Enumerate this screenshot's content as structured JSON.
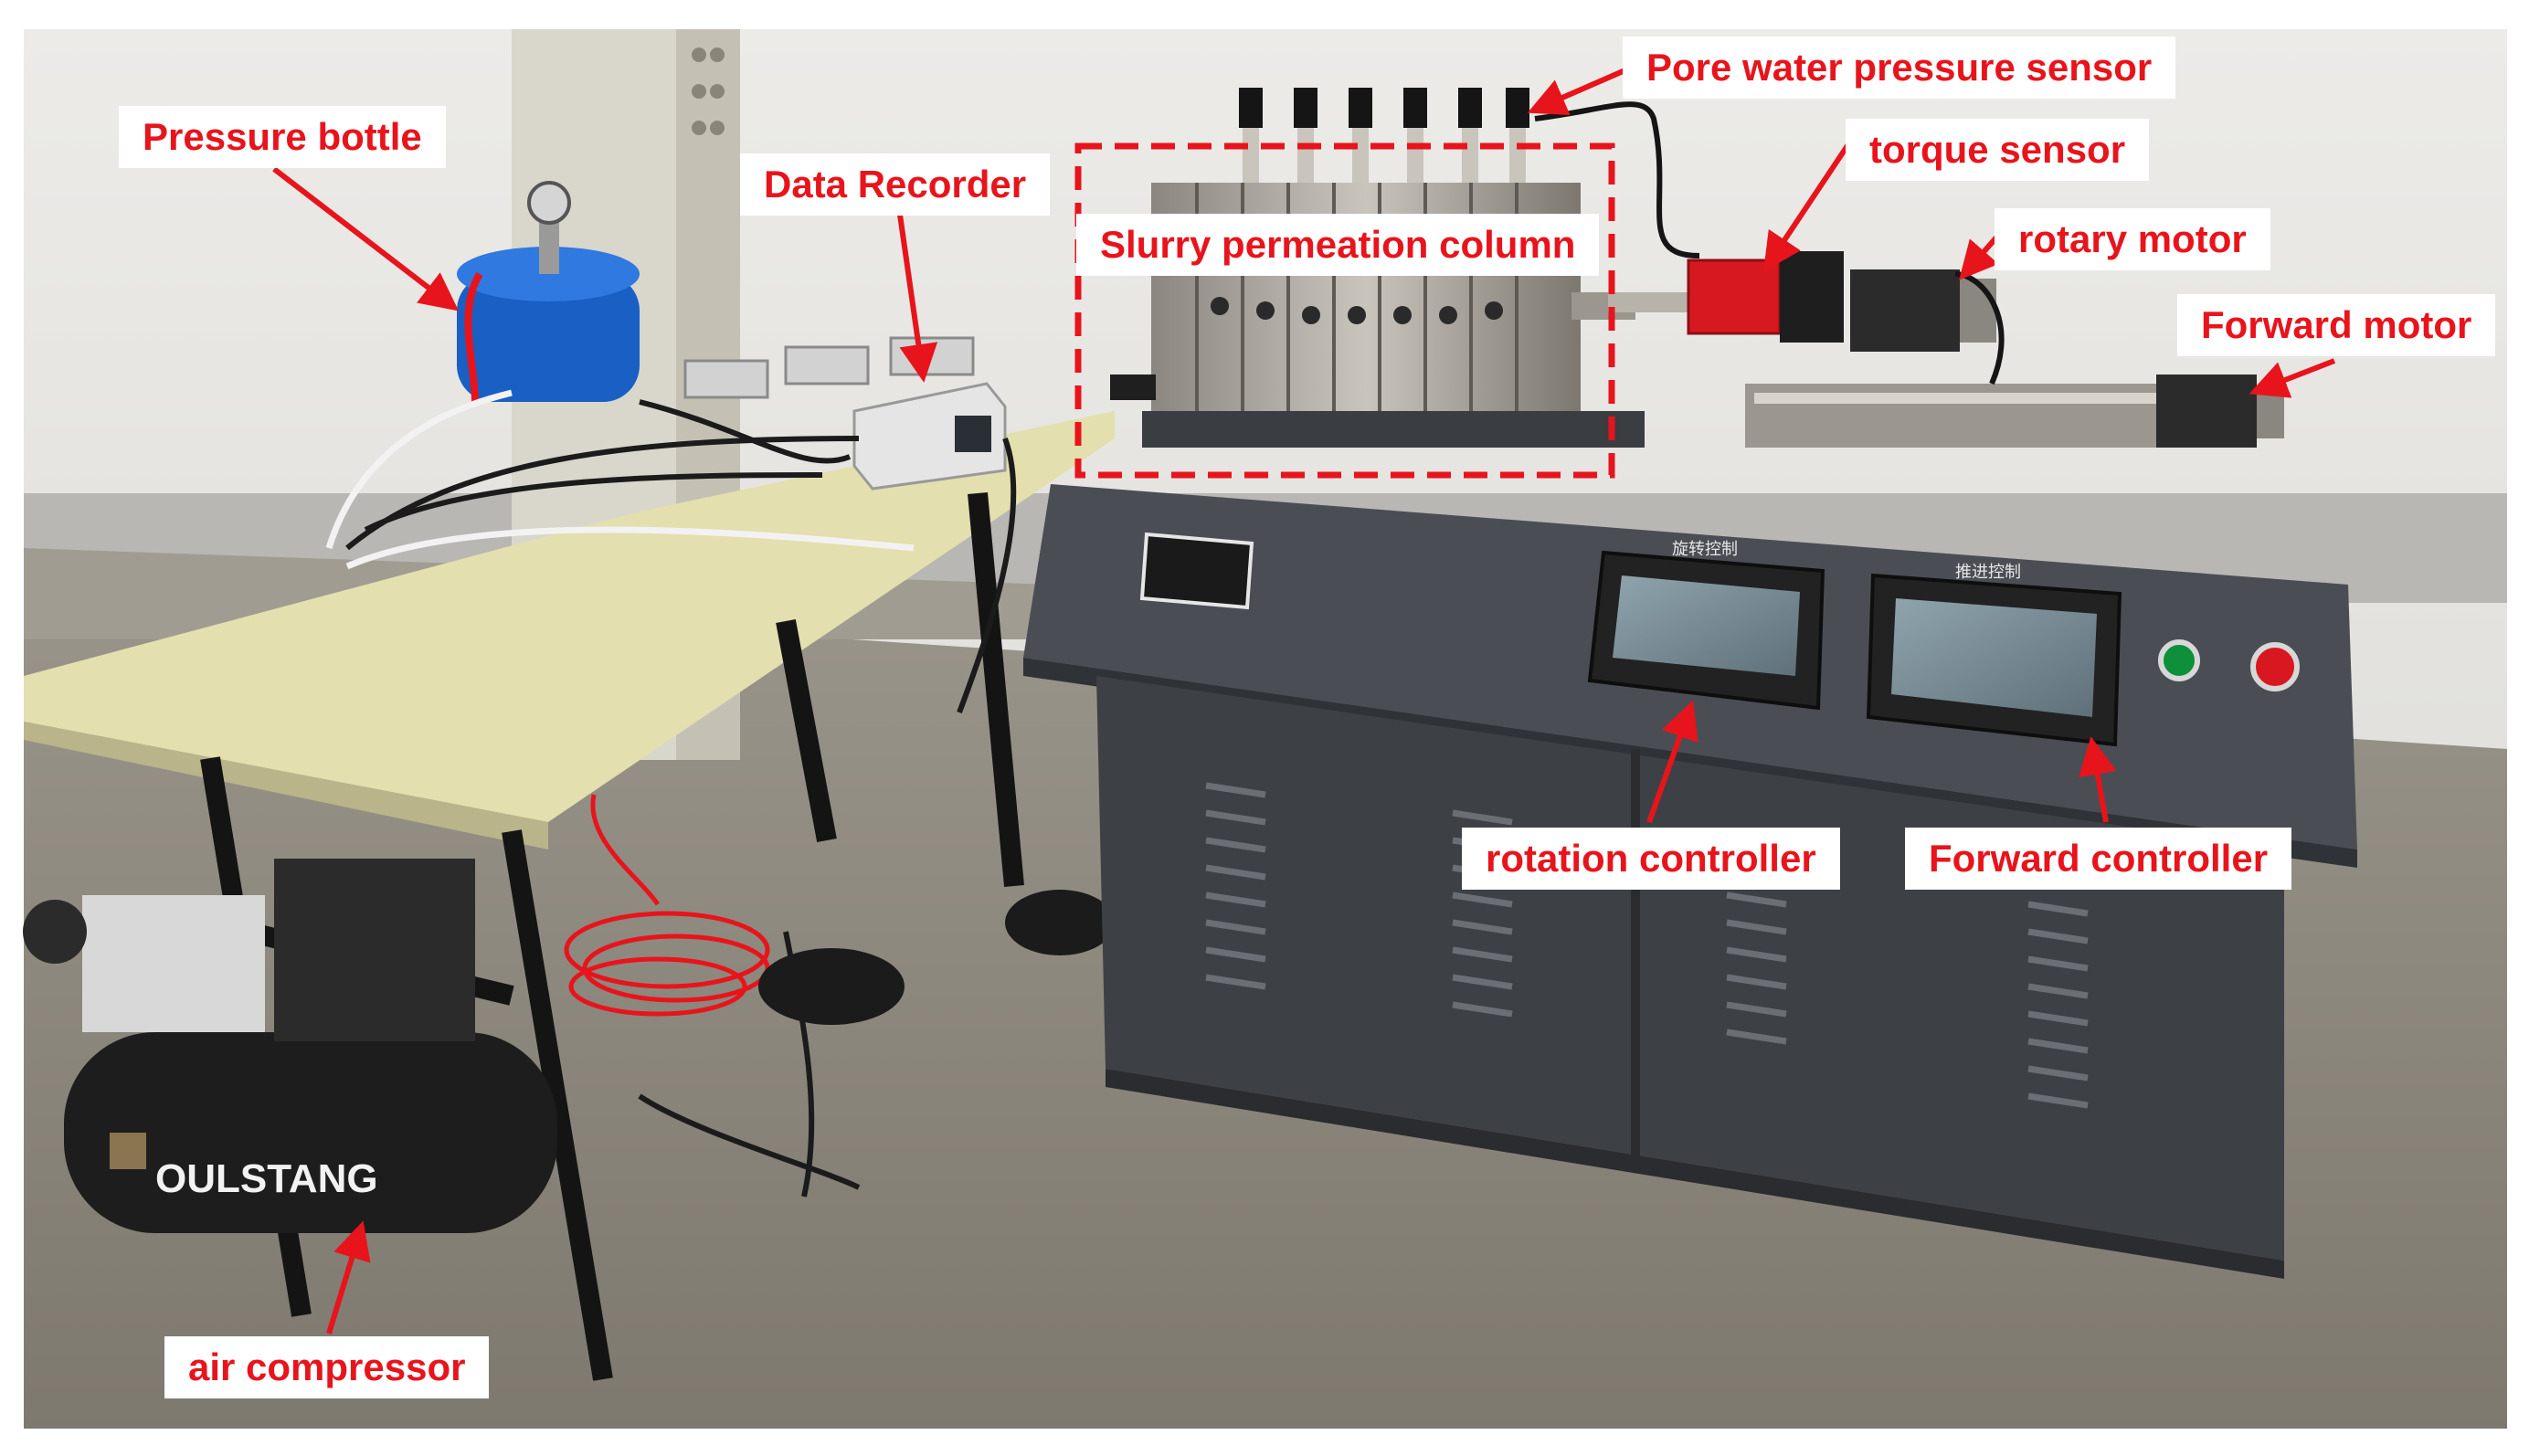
{
  "figure": {
    "labels": {
      "pressure_bottle": "Pressure bottle",
      "data_recorder": "Data Recorder",
      "slurry_permeation_column": "Slurry permeation column",
      "pore_water_pressure_sensor": "Pore water pressure sensor",
      "torque_sensor": "torque sensor",
      "rotary_motor": "rotary motor",
      "forward_motor": "Forward motor",
      "rotation_controller": "rotation controller",
      "forward_controller": "Forward controller",
      "air_compressor": "air compressor"
    },
    "equipment_text": {
      "compressor_brand": "OULSTANG",
      "panel_label_left": "旋转控制",
      "panel_label_right": "推进控制"
    },
    "colors": {
      "annotation_red": "#e8141c",
      "wall": "#e6e6e3",
      "floor": "#8f8a80",
      "cabinet": "#3d4045",
      "table_top": "#e3dfae",
      "bottle_blue": "#1a5fc4"
    }
  }
}
